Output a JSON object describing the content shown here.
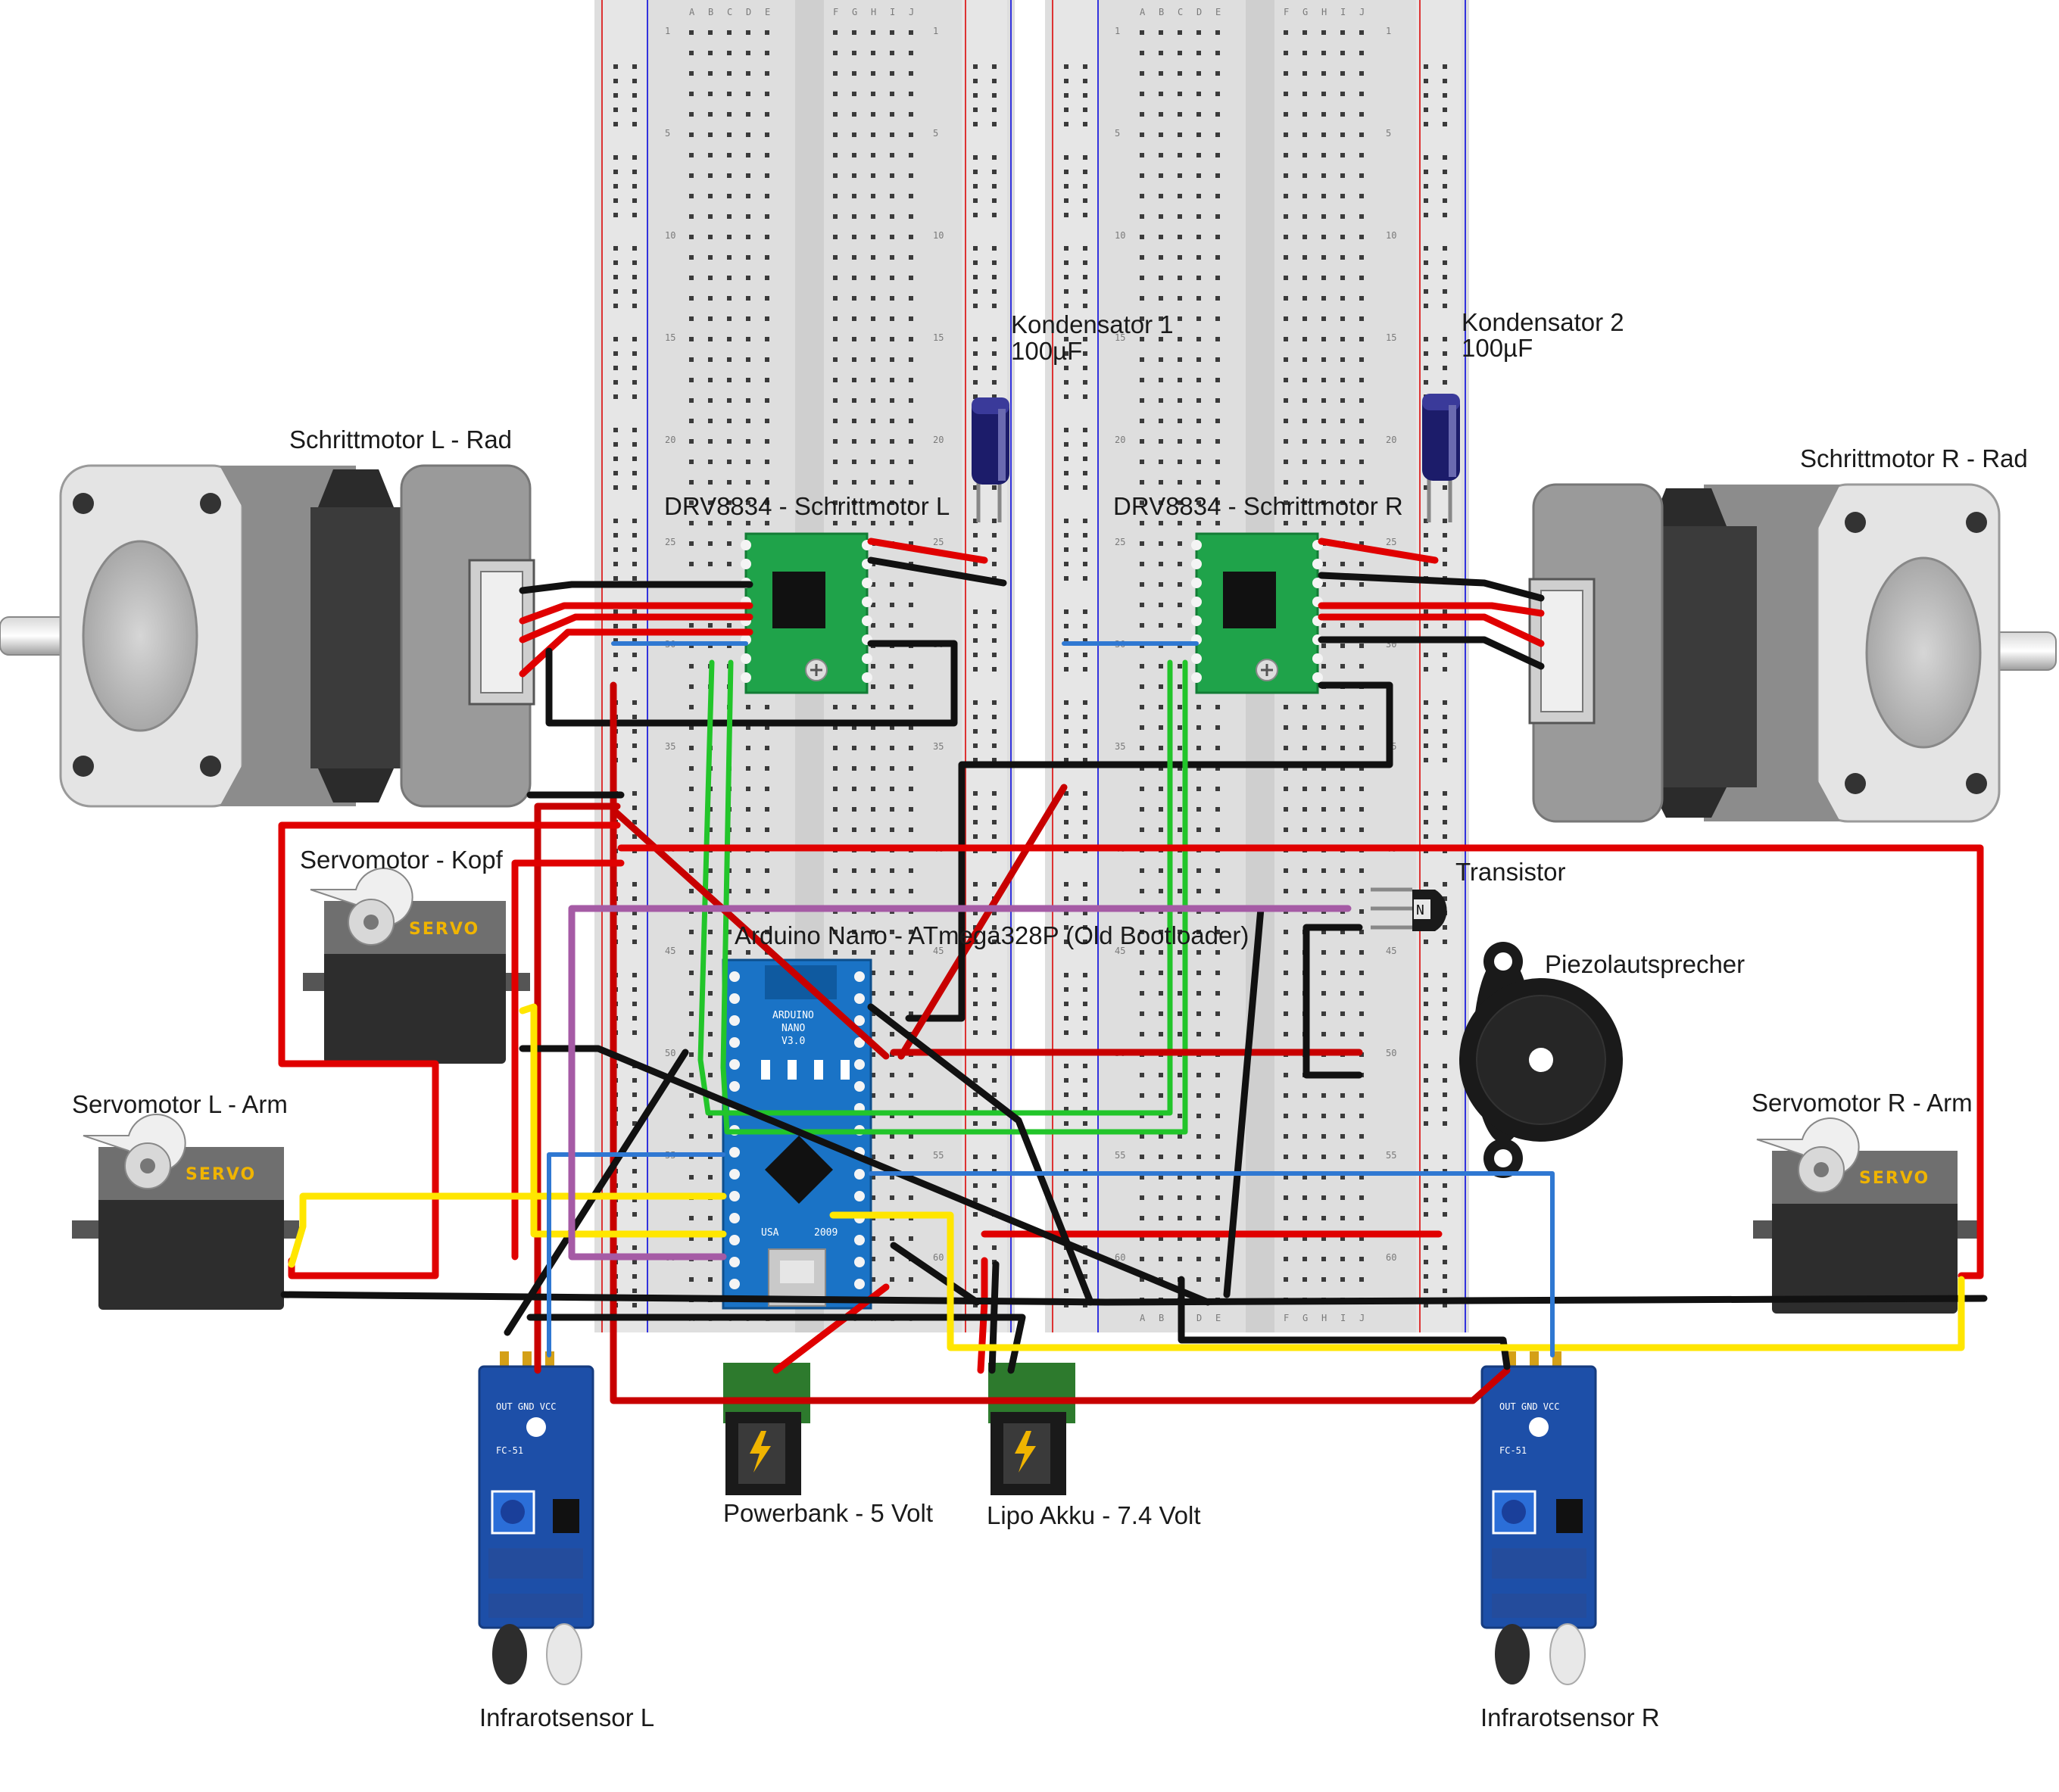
{
  "labels": {
    "stepper_left": "Schrittmotor L - Rad",
    "stepper_right": "Schrittmotor R - Rad",
    "driver_left": "DRV8834 - Schrittmotor L",
    "driver_right": "DRV8834 - Schrittmotor R",
    "capacitor_1_name": "Kondensator 1",
    "capacitor_1_value": "100µF",
    "capacitor_2_name": "Kondensator 2",
    "capacitor_2_value": "100µF",
    "servo_head": "Servomotor - Kopf",
    "servo_left_arm": "Servomotor L - Arm",
    "servo_right_arm": "Servomotor R - Arm",
    "arduino": "Arduino Nano - ATmega328P (Old Bootloader)",
    "transistor": "Transistor",
    "piezo": "Piezolautsprecher",
    "power_5v": "Powerbank - 5 Volt",
    "power_7v": "Lipo Akku - 7.4 Volt",
    "ir_left": "Infrarotsensor L",
    "ir_right": "Infrarotsensor R"
  },
  "component_text": {
    "servo": "SERVO",
    "nano_board": "ARDUINO",
    "nano_model": "NANO",
    "nano_version": "V3.0",
    "nano_usa": "USA",
    "nano_year": "2009",
    "ir_model": "FC-51",
    "ir_pins": "OUT GND VCC"
  },
  "breadboard": {
    "columns_left": [
      "A",
      "B",
      "C",
      "D",
      "E"
    ],
    "columns_right": [
      "F",
      "G",
      "H",
      "I",
      "J"
    ],
    "row_numbers": [
      "1",
      "5",
      "10",
      "15",
      "20",
      "25",
      "30",
      "35",
      "40",
      "45",
      "50",
      "55",
      "60"
    ]
  },
  "colors": {
    "wire_red": "#e00000",
    "wire_dark_red": "#c80000",
    "wire_black": "#111111",
    "wire_green": "#22c52a",
    "wire_yellow": "#ffe600",
    "wire_blue": "#2f78d2",
    "wire_purple": "#a55ba5",
    "wire_grey": "#7a7a7a",
    "driver_pcb": "#1fa34a",
    "arduino_pcb": "#1a73c6",
    "ir_pcb": "#1d4fa8",
    "jack_pcb": "#2d7a2d"
  }
}
